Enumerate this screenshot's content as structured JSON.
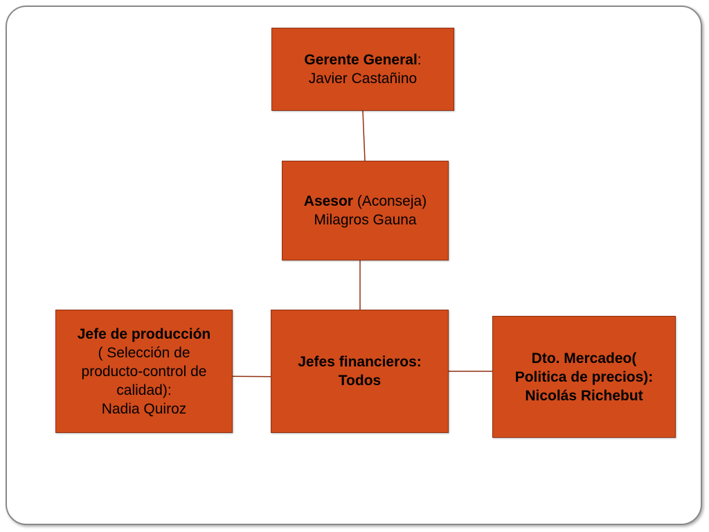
{
  "colors": {
    "box_fill": "#d24b1b",
    "box_border": "#8f2f10",
    "connector": "#8f2f10",
    "frame_border": "#8a8a8a"
  },
  "nodes": {
    "ceo": {
      "title": "Gerente General",
      "title_suffix": ":",
      "name": "Javier Castañino"
    },
    "advisor": {
      "title": "Asesor",
      "title_suffix": " (Aconseja)",
      "name": "Milagros Gauna"
    },
    "production": {
      "title": "Jefe de producción",
      "line2": "( Selección de",
      "line3": "producto-control de",
      "line4": "calidad):",
      "name": "Nadia Quiroz"
    },
    "finance": {
      "title": "Jefes financieros:",
      "name": "Todos"
    },
    "marketing": {
      "line1": "Dto. Mercadeo(",
      "line2": "Politica de precios):",
      "name": "Nicolás Richebut"
    }
  }
}
